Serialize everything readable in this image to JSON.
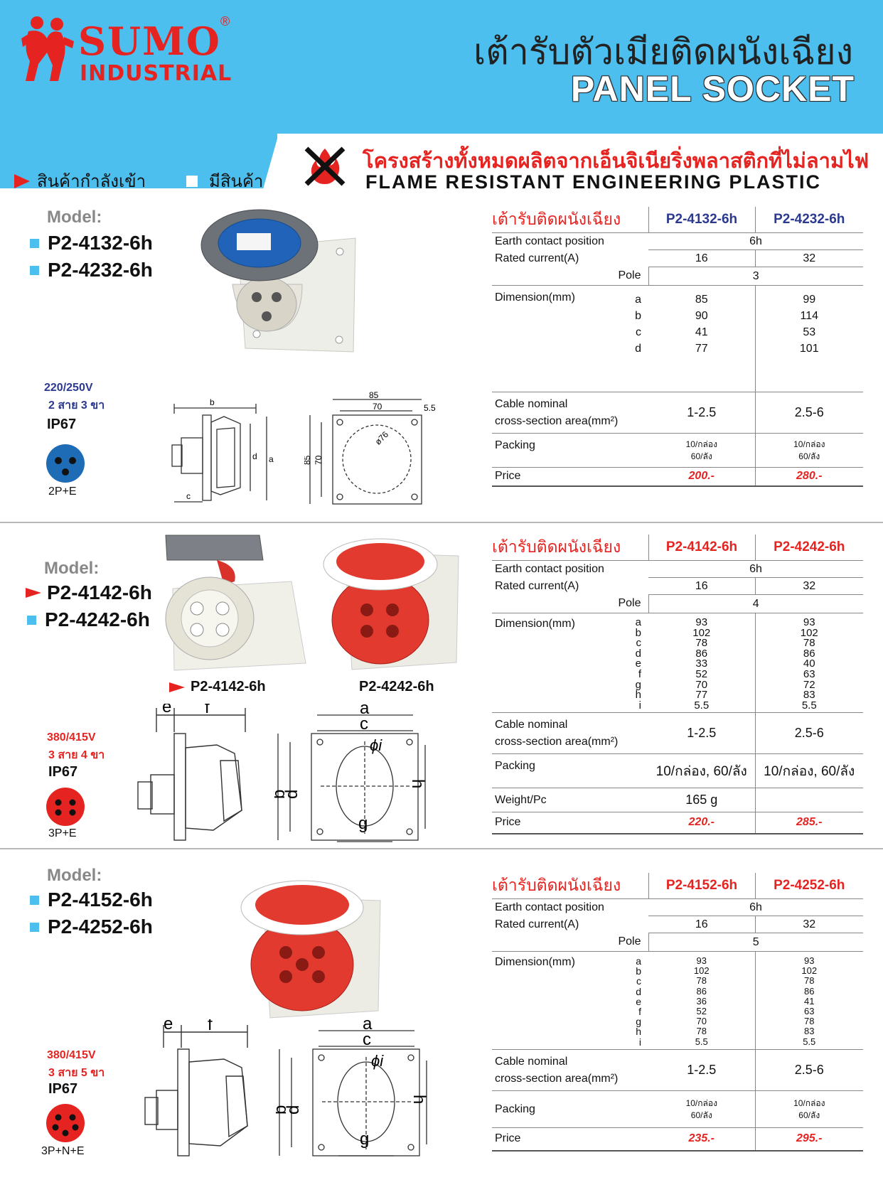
{
  "header": {
    "brand_name": "SUMO",
    "brand_sub": "INDUSTRIAL",
    "registered": "®",
    "title_th": "เต้ารับตัวเมียติดผนังเฉียง",
    "title_en": "PANEL SOCKET",
    "legend_incoming": "สินค้ากำลังเข้า",
    "legend_in_stock": "มีสินค้า",
    "flame_th": "โครงสร้างทั้งหมดผลิตจากเอ็นจิเนียริ่งพลาสติกที่ไม่ลามไฟ",
    "flame_en": "FLAME RESISTANT ENGINEERING PLASTIC"
  },
  "colors": {
    "header_bg": "#4dbfef",
    "brand_red": "#e52421",
    "navy": "#2b3990",
    "blue_plug": "#1e6cb5"
  },
  "sections": [
    {
      "model_label": "Model:",
      "models": [
        {
          "name": "P2-4132-6h",
          "status": "in-stock"
        },
        {
          "name": "P2-4232-6h",
          "status": "in-stock"
        }
      ],
      "voltage": "220/250V",
      "wires": "2 สาย 3 ขา",
      "ip": "IP67",
      "plug_label": "2P+E",
      "diagram": {
        "b": "b",
        "c": "c",
        "d": "d",
        "a": "a",
        "w85": "85",
        "w70": "70",
        "w5": "5.5",
        "h85": "85",
        "h70": "70",
        "phi": "ø76"
      },
      "table": {
        "title": "เต้ารับติดผนังเฉียง",
        "col1": "P2-4132-6h",
        "col2": "P2-4232-6h",
        "earth_label": "Earth contact position",
        "earth_value": "6h",
        "rated_label": "Rated current(A)",
        "rated_1": "16",
        "rated_2": "32",
        "pole_label": "Pole",
        "pole_value": "3",
        "dim_label": "Dimension(mm)",
        "dims": [
          {
            "k": "a",
            "v1": "85",
            "v2": "99"
          },
          {
            "k": "b",
            "v1": "90",
            "v2": "114"
          },
          {
            "k": "c",
            "v1": "41",
            "v2": "53"
          },
          {
            "k": "d",
            "v1": "77",
            "v2": "101"
          }
        ],
        "cable_label_1": "Cable nominal",
        "cable_label_2": "cross-section area(mm²)",
        "cable_1": "1-2.5",
        "cable_2": "2.5-6",
        "packing_label": "Packing",
        "packing_1a": "10/กล่อง",
        "packing_1b": "60/ลัง",
        "packing_2a": "10/กล่อง",
        "packing_2b": "60/ลัง",
        "price_label": "Price",
        "price_1": "200.-",
        "price_2": "280.-"
      }
    },
    {
      "model_label": "Model:",
      "models": [
        {
          "name": "P2-4142-6h",
          "status": "incoming"
        },
        {
          "name": "P2-4242-6h",
          "status": "in-stock"
        }
      ],
      "captions": [
        "P2-4142-6h",
        "P2-4242-6h"
      ],
      "voltage": "380/415V",
      "wires": "3 สาย 4 ขา",
      "ip": "IP67",
      "plug_label": "3P+E",
      "diagram": {
        "e": "e",
        "f": "f",
        "a": "a",
        "c": "c",
        "phi": "ϕi",
        "b": "b",
        "d": "d",
        "h": "h",
        "g": "g"
      },
      "table": {
        "title": "เต้ารับติดผนังเฉียง",
        "col1": "P2-4142-6h",
        "col2": "P2-4242-6h",
        "earth_label": "Earth contact position",
        "earth_value": "6h",
        "rated_label": "Rated current(A)",
        "rated_1": "16",
        "rated_2": "32",
        "pole_label": "Pole",
        "pole_value": "4",
        "dim_label": "Dimension(mm)",
        "dims": [
          {
            "k": "a",
            "v1": "93",
            "v2": "93"
          },
          {
            "k": "b",
            "v1": "102",
            "v2": "102"
          },
          {
            "k": "c",
            "v1": "78",
            "v2": "78"
          },
          {
            "k": "d",
            "v1": "86",
            "v2": "86"
          },
          {
            "k": "e",
            "v1": "33",
            "v2": "40"
          },
          {
            "k": "f",
            "v1": "52",
            "v2": "63"
          },
          {
            "k": "g",
            "v1": "70",
            "v2": "72"
          },
          {
            "k": "h",
            "v1": "77",
            "v2": "83"
          },
          {
            "k": "i",
            "v1": "5.5",
            "v2": "5.5"
          }
        ],
        "cable_label_1": "Cable nominal",
        "cable_label_2": "cross-section area(mm²)",
        "cable_1": "1-2.5",
        "cable_2": "2.5-6",
        "packing_label": "Packing",
        "packing_1": "10/กล่อง, 60/ลัง",
        "packing_2": "10/กล่อง, 60/ลัง",
        "weight_label": "Weight/Pc",
        "weight_1": "165 g",
        "price_label": "Price",
        "price_1": "220.-",
        "price_2": "285.-"
      }
    },
    {
      "model_label": "Model:",
      "models": [
        {
          "name": "P2-4152-6h",
          "status": "in-stock"
        },
        {
          "name": "P2-4252-6h",
          "status": "in-stock"
        }
      ],
      "voltage": "380/415V",
      "wires": "3 สาย 5 ขา",
      "ip": "IP67",
      "plug_label": "3P+N+E",
      "diagram": {
        "e": "e",
        "f": "f",
        "a": "a",
        "c": "c",
        "phi": "ϕi",
        "b": "b",
        "d": "d",
        "h": "h",
        "g": "g"
      },
      "table": {
        "title": "เต้ารับติดผนังเฉียง",
        "col1": "P2-4152-6h",
        "col2": "P2-4252-6h",
        "earth_label": "Earth contact position",
        "earth_value": "6h",
        "rated_label": "Rated current(A)",
        "rated_1": "16",
        "rated_2": "32",
        "pole_label": "Pole",
        "pole_value": "5",
        "dim_label": "Dimension(mm)",
        "dims": [
          {
            "k": "a",
            "v1": "93",
            "v2": "93"
          },
          {
            "k": "b",
            "v1": "102",
            "v2": "102"
          },
          {
            "k": "c",
            "v1": "78",
            "v2": "78"
          },
          {
            "k": "d",
            "v1": "86",
            "v2": "86"
          },
          {
            "k": "e",
            "v1": "36",
            "v2": "41"
          },
          {
            "k": "f",
            "v1": "52",
            "v2": "63"
          },
          {
            "k": "g",
            "v1": "70",
            "v2": "78"
          },
          {
            "k": "h",
            "v1": "78",
            "v2": "83"
          },
          {
            "k": "i",
            "v1": "5.5",
            "v2": "5.5"
          }
        ],
        "cable_label_1": "Cable nominal",
        "cable_label_2": "cross-section area(mm²)",
        "cable_1": "1-2.5",
        "cable_2": "2.5-6",
        "packing_label": "Packing",
        "packing_1a": "10/กล่อง",
        "packing_1b": "60/ลัง",
        "packing_2a": "10/กล่อง",
        "packing_2b": "60/ลัง",
        "price_label": "Price",
        "price_1": "235.-",
        "price_2": "295.-"
      }
    }
  ]
}
